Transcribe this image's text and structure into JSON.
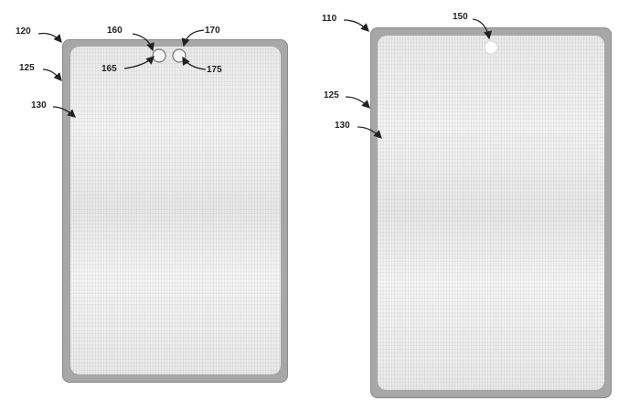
{
  "figure": {
    "left_device": {
      "frame_label": "120",
      "bezel_label": "125",
      "screen_label": "130",
      "component_labels": {
        "left_opening": "160",
        "left_sensor": "165",
        "right_opening": "170",
        "right_sensor": "175"
      }
    },
    "right_device": {
      "frame_label": "110",
      "bezel_label": "125",
      "screen_label": "130",
      "component_labels": {
        "camera_opening": "150"
      }
    }
  },
  "colors": {
    "background": "#ffffff",
    "frame": "#a7a7a7",
    "screen": "#eeeeee",
    "line": "#222222"
  }
}
